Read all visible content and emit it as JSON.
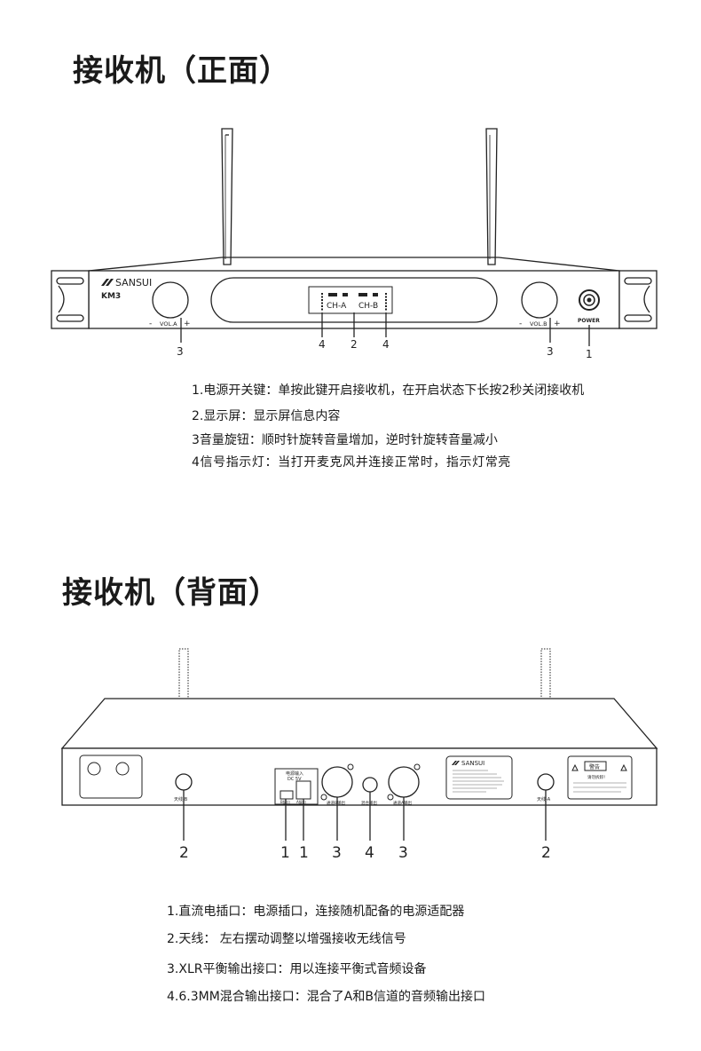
{
  "front": {
    "title": "接收机（正面）",
    "brand": "SANSUI",
    "model": "KM3",
    "vol_a": "VOL.A",
    "vol_b": "VOL.B",
    "minus": "-",
    "plus": "+",
    "power_label": "POWER",
    "ch_a": "CH-A",
    "ch_b": "CH-B",
    "callouts": [
      "3",
      "4",
      "2",
      "4",
      "3",
      "1"
    ],
    "descriptions": [
      "1.电源开关键：单按此键开启接收机，在开启状态下长按2秒关闭接收机",
      "2.显示屏：显示屏信息内容",
      "3音量旋钮：顺时针旋转音量增加，逆时针旋转音量减小",
      "4信号指示灯：当打开麦克风并连接正常时，指示灯常亮"
    ]
  },
  "back": {
    "title": "接收机（背面）",
    "antenna_b": "天线-B",
    "antenna_a": "天线-A",
    "power_in_1": "电源输入",
    "power_in_2": "DC 5V",
    "port_b_small": "B接口",
    "port_a_small": "A接口",
    "xlr_b": "通道B输出",
    "mix_out": "混合输出",
    "xlr_a": "通道A输出",
    "label_brand": "SANSUI",
    "warning_title": "警告",
    "warning_sub": "请勿拆卸！",
    "callouts": [
      "2",
      "1",
      "1",
      "3",
      "4",
      "3",
      "2"
    ],
    "descriptions": [
      "1.直流电插口：电源插口，连接随机配备的电源适配器",
      "2.天线： 左右摆动调整以增强接收无线信号",
      "3.XLR平衡输出接口：用以连接平衡式音频设备",
      "4.6.3MM混合输出接口：混合了A和B信道的音频输出接口"
    ]
  }
}
